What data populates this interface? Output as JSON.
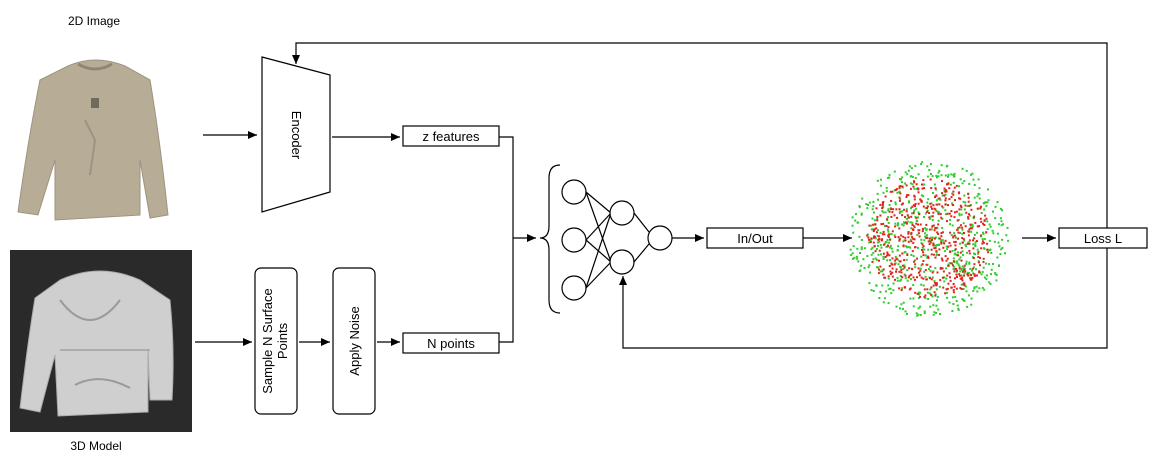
{
  "captions": {
    "image_2d": "2D Image",
    "model_3d": "3D Model"
  },
  "blocks": {
    "encoder": "Encoder",
    "z_features": "z features",
    "sample_line1": "Sample N Surface",
    "sample_line2": "Points",
    "apply_noise": "Apply Noise",
    "n_points": "N points",
    "in_out": "In/Out",
    "loss": "Loss L"
  },
  "colors": {
    "sweater_photo": "#b7ad96",
    "model_background": "#2a2a2a",
    "model_surface": "#cfcfcf",
    "point_inside": "#e0231c",
    "point_outside": "#2ecc2e"
  },
  "icons": {
    "sweater": "sweater-photo",
    "render": "sweater-3d-render",
    "network": "neural-network-icon",
    "pointcloud": "point-cloud-icon"
  }
}
